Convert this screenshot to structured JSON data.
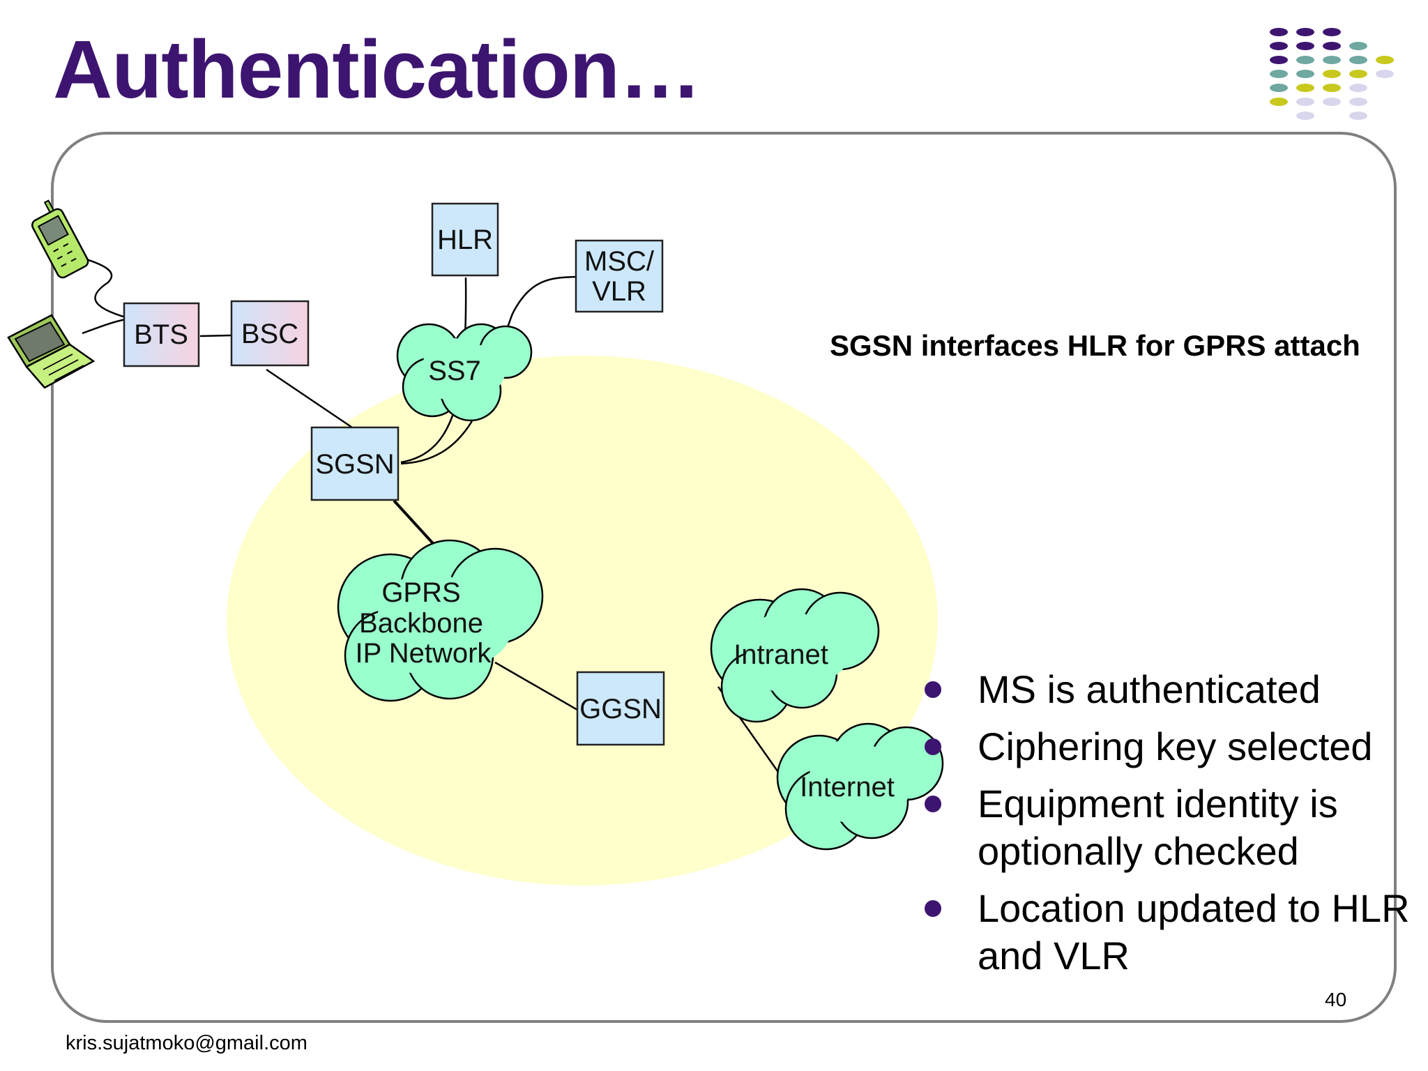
{
  "slide": {
    "title": "Authentication…",
    "caption": "SGSN interfaces HLR for GPRS attach",
    "page_number": "40",
    "footer": "kris.sujatmoko@gmail.com"
  },
  "diagram": {
    "nodes": {
      "bts": "BTS",
      "bsc": "BSC",
      "hlr": "HLR",
      "msc_vlr_line1": "MSC/",
      "msc_vlr_line2": "VLR",
      "sgsn": "SGSN",
      "ggsn": "GGSN"
    },
    "clouds": {
      "ss7": "SS7",
      "gprs_line1": "GPRS",
      "gprs_line2": "Backbone",
      "gprs_line3": "IP Network",
      "intranet": "Intranet",
      "internet": "Internet"
    },
    "icons": [
      "mobile-phone-icon",
      "laptop-icon"
    ],
    "colors": {
      "node_fill": "#cce8fa",
      "radio_node_fill": "#f3dcec",
      "cloud_fill": "#99ffcc",
      "coverage_fill": "#ffffcc",
      "title_color": "#3d1570"
    }
  },
  "bullets": [
    "MS is authenticated",
    "Ciphering key selected",
    "Equipment identity is optionally checked",
    "Location updated to HLR and VLR"
  ]
}
